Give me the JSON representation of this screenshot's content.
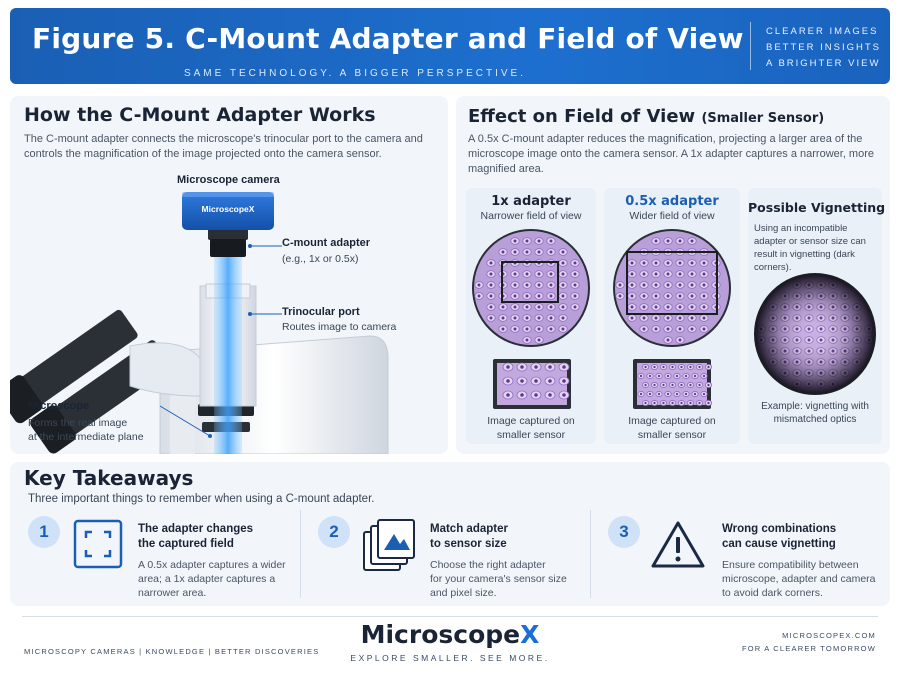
{
  "header": {
    "title": "Figure 5. C-Mount Adapter and Field of View",
    "subtitle": "SAME TECHNOLOGY. A BIGGER PERSPECTIVE.",
    "tags": [
      "CLEARER IMAGES",
      "BETTER INSIGHTS",
      "A BRIGHTER VIEW"
    ]
  },
  "left": {
    "heading": "How the C-Mount Adapter Works",
    "description": "The C-mount adapter connects the microscope's trinocular port to the camera and controls the magnification of the image projected onto the camera sensor.",
    "camera_label": "Microscope camera",
    "camera_brand": "MicroscopeX",
    "adapter_label": "C-mount adapter",
    "adapter_desc": "(e.g., 1x or 0.5x)",
    "port_label": "Trinocular port",
    "port_desc": "Routes image to camera",
    "scope_label": "Microscope",
    "scope_desc_1": "Forms the real image",
    "scope_desc_2": "at the intermediate plane"
  },
  "right": {
    "heading": "Effect on Field of View",
    "heading_small": "(Smaller Sensor)",
    "description": "A 0.5x C-mount adapter reduces the magnification, projecting a larger area of the microscope image onto the camera sensor. A 1x adapter captures a narrower, more magnified area.",
    "card1": {
      "title": "1x adapter",
      "subtitle": "Narrower field of view",
      "caption_1": "Image captured on",
      "caption_2": "smaller sensor"
    },
    "card2": {
      "title": "0.5x adapter",
      "subtitle": "Wider field of view",
      "caption_1": "Image captured on",
      "caption_2": "smaller sensor"
    },
    "card3": {
      "title": "Possible Vignetting",
      "desc": "Using an incompatible adapter or sensor size can result in vignetting (dark corners).",
      "caption_1": "Example: vignetting with",
      "caption_2": "mismatched optics"
    }
  },
  "takeaways": {
    "heading": "Key Takeaways",
    "intro": "Three important things to remember when using a C-mount adapter.",
    "items": [
      {
        "number": "1",
        "icon": "frame-icon",
        "title_1": "The adapter changes",
        "title_2": "the captured field",
        "body_1": "A 0.5x adapter captures a wider",
        "body_2": "area; a 1x adapter captures a",
        "body_3": "narrower area."
      },
      {
        "number": "2",
        "icon": "stacked-images-icon",
        "title_1": "Match adapter",
        "title_2": "to sensor size",
        "body_1": "Choose the right adapter",
        "body_2": "for your camera's sensor size",
        "body_3": "and pixel size."
      },
      {
        "number": "3",
        "icon": "warning-icon",
        "title_1": "Wrong combinations",
        "title_2": "can cause vignetting",
        "body_1": "Ensure compatibility between",
        "body_2": "microscope, adapter and camera",
        "body_3": "to avoid dark corners."
      }
    ]
  },
  "footer": {
    "left": "MICROSCOPY CAMERAS  |  KNOWLEDGE  |  BETTER DISCOVERIES",
    "logo_main": "Microscope",
    "logo_x": "X",
    "tagline": "EXPLORE SMALLER. SEE MORE.",
    "url": "MICROSCOPEX.COM",
    "right_tag": "FOR A CLEARER TOMORROW"
  },
  "colors": {
    "brand_blue": "#1a5fb4",
    "accent_blue": "#1a6fd6",
    "panel_bg": "#f2f6fb"
  }
}
